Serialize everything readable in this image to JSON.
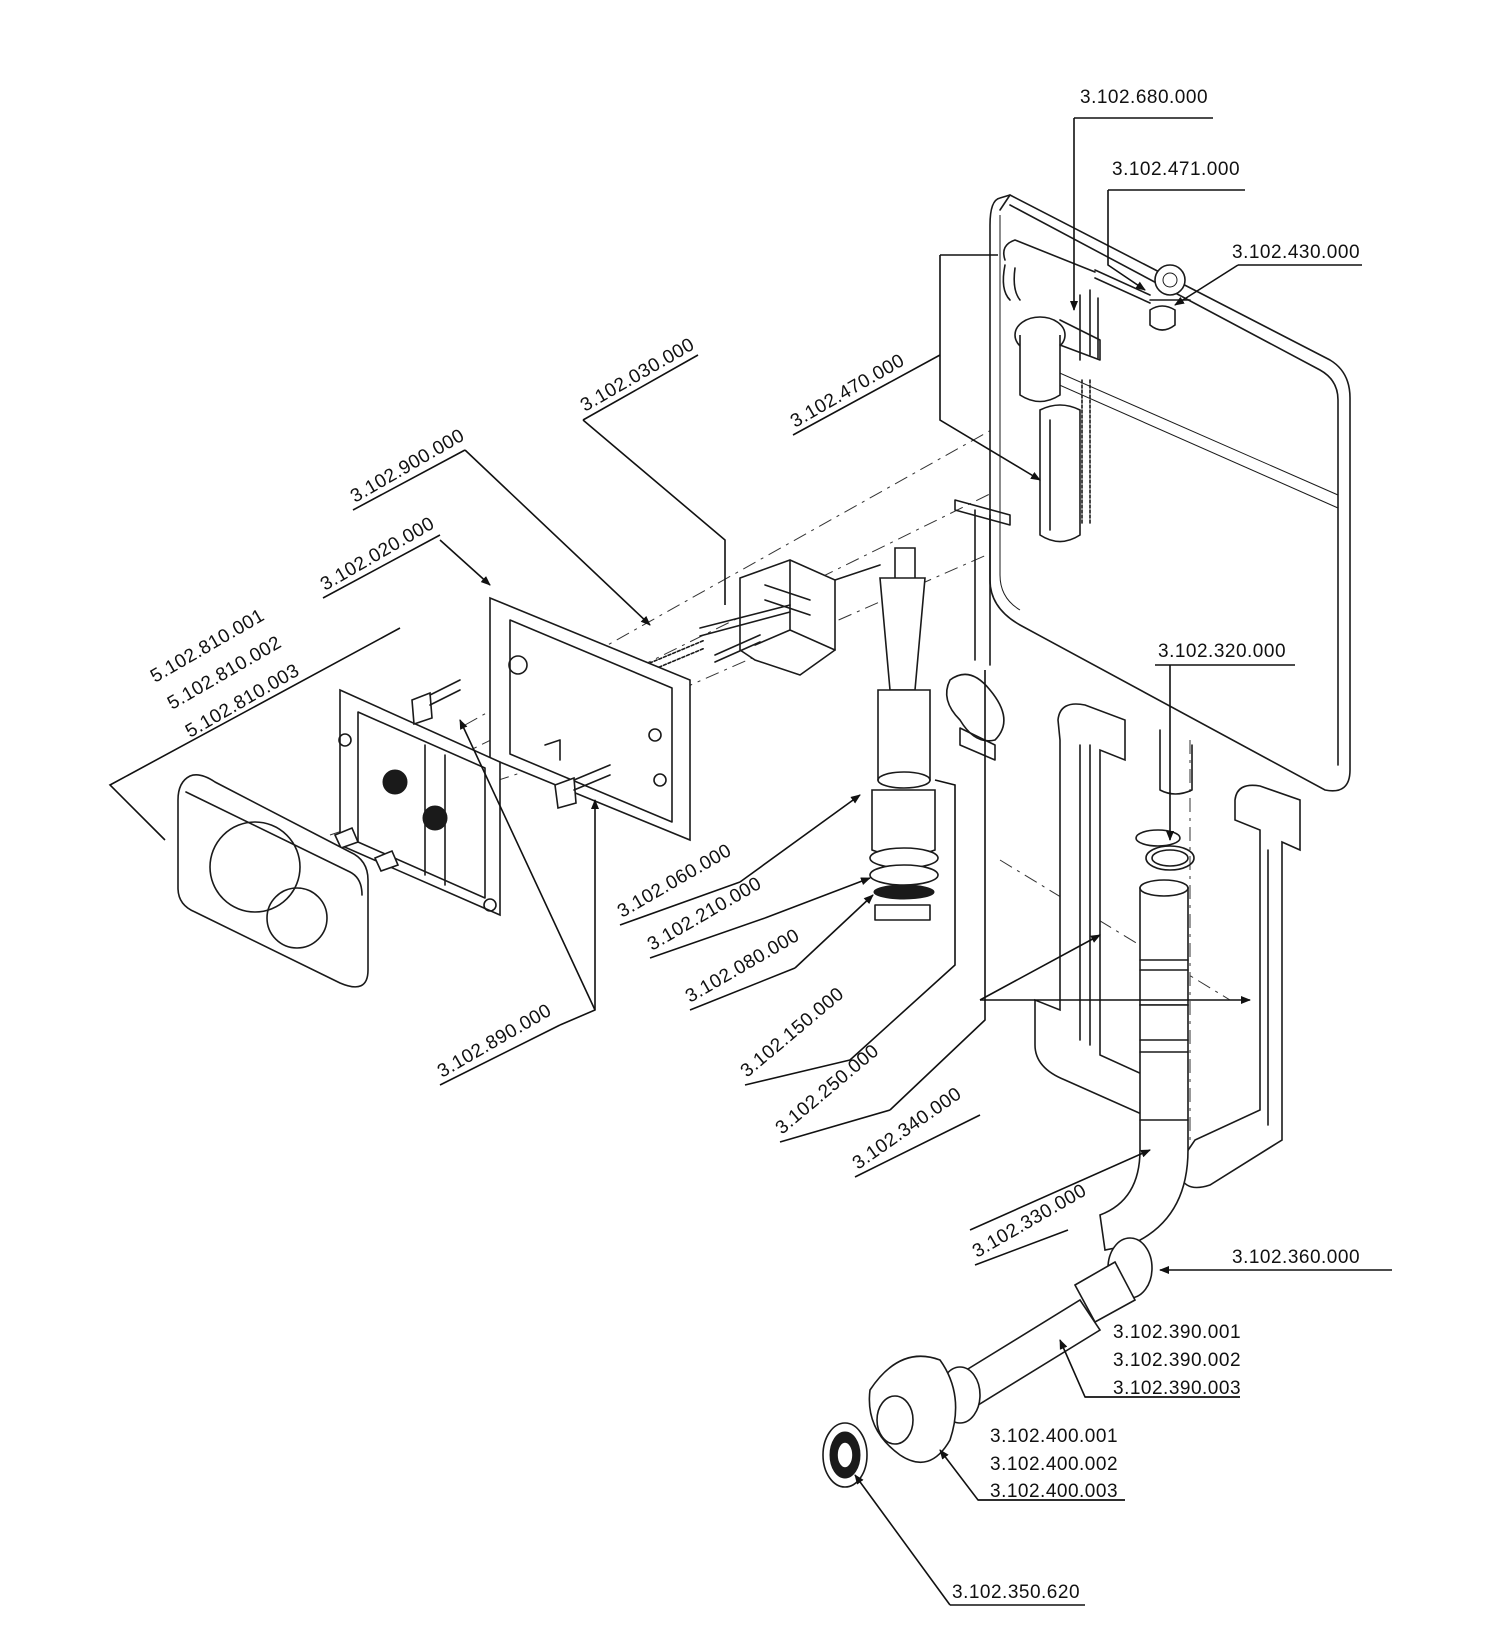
{
  "labels": {
    "p_680": "3.102.680.000",
    "p_471": "3.102.471.000",
    "p_430": "3.102.430.000",
    "p_030": "3.102.030.000",
    "p_470": "3.102.470.000",
    "p_900": "3.102.900.000",
    "p_020": "3.102.020.000",
    "p_810_1": "5.102.810.001",
    "p_810_2": "5.102.810.002",
    "p_810_3": "5.102.810.003",
    "p_320": "3.102.320.000",
    "p_060": "3.102.060.000",
    "p_210": "3.102.210.000",
    "p_080": "3.102.080.000",
    "p_890": "3.102.890.000",
    "p_150": "3.102.150.000",
    "p_250": "3.102.250.000",
    "p_340": "3.102.340.000",
    "p_330": "3.102.330.000",
    "p_360": "3.102.360.000",
    "p_390_1": "3.102.390.001",
    "p_390_2": "3.102.390.002",
    "p_390_3": "3.102.390.003",
    "p_400_1": "3.102.400.001",
    "p_400_2": "3.102.400.002",
    "p_400_3": "3.102.400.003",
    "p_350": "3.102.350.620"
  },
  "colors": {
    "ink": "#1a1a1a",
    "paper": "#ffffff"
  }
}
